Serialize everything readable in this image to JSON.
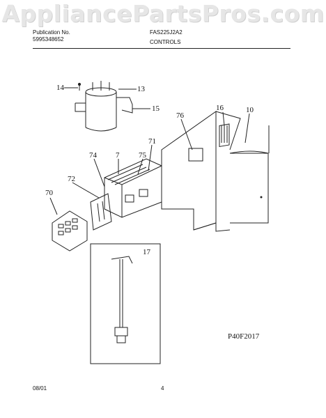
{
  "watermark": "AppliancePartsPros.com",
  "header": {
    "publication_label": "Publication No.",
    "publication_number": "5995348652",
    "model": "FAS225J2A2",
    "section": "CONTROLS"
  },
  "callouts": [
    "14",
    "13",
    "15",
    "16",
    "10",
    "76",
    "71",
    "74",
    "7",
    "75",
    "72",
    "70",
    "17"
  ],
  "figure_code": "P40F2017",
  "footer": {
    "date": "08/01",
    "page": "4"
  }
}
